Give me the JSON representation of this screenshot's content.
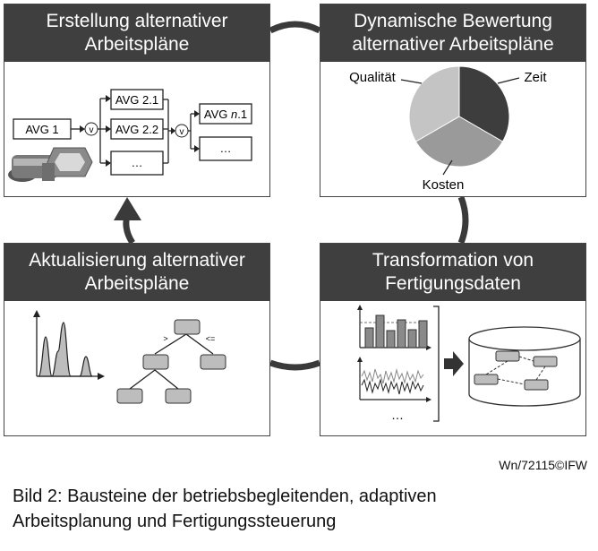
{
  "panels": {
    "top_left": {
      "title_line1": "Erstellung alternativer",
      "title_line2": "Arbeitspläne",
      "nodes": {
        "avg1": "AVG 1",
        "avg21": "AVG 2.1",
        "avg22": "AVG 2.2",
        "avg2x": "…",
        "avgn1_prefix": "AVG ",
        "avgn1_italic": "n",
        "avgn1_suffix": ".1",
        "avgnx": "…",
        "or": "v"
      }
    },
    "top_right": {
      "title_line1": "Dynamische Bewertung",
      "title_line2": "alternativer Arbeitspläne",
      "labels": {
        "quality": "Qualität",
        "time": "Zeit",
        "cost": "Kosten"
      },
      "pie_colors": {
        "time": "#3d3d3d",
        "cost": "#9a9a9a",
        "quality": "#c4c4c4"
      }
    },
    "bottom_left": {
      "title_line1": "Aktualisierung alternativer",
      "title_line2": "Arbeitspläne",
      "tree_labels": {
        "gt": ">",
        "le": "<="
      }
    },
    "bottom_right": {
      "title_line1": "Transformation von",
      "title_line2": "Fertigungsdaten",
      "ellipsis": "…"
    }
  },
  "reference": "Wn/72115©IFW",
  "caption_line1": "Bild 2: Bausteine der betriebsbegleitenden, adaptiven",
  "caption_line2": "Arbeitsplanung und Fertigungssteuerung"
}
